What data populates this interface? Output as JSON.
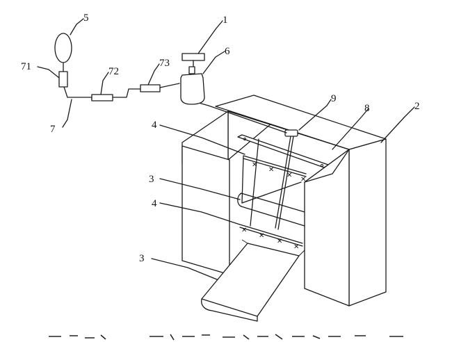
{
  "labels": {
    "l1": "1",
    "l2": "2",
    "l3a": "3",
    "l3b": "3",
    "l4a": "4",
    "l4b": "4",
    "l5": "5",
    "l6": "6",
    "l7": "7",
    "l71": "71",
    "l72": "72",
    "l73": "73",
    "l8": "8",
    "l9": "9"
  },
  "caption_note": "illegible cropped caption line (reproduced as marks only)"
}
